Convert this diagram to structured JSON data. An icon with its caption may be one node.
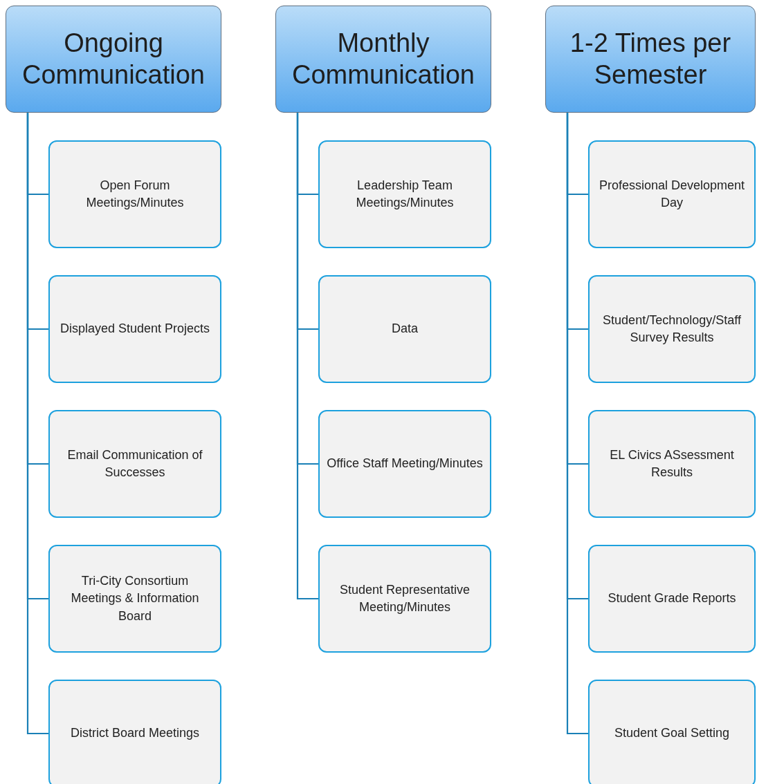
{
  "diagram": {
    "nodes": [
      {
        "text": [
          "Ongoing Communication"
        ]
      },
      {
        "text": [
          "Open Forum Meetings/Minutes"
        ]
      },
      {
        "text": [
          "Displayed Student Projects"
        ]
      },
      {
        "text": [
          "Email Communication of Successes"
        ]
      },
      {
        "text": [
          "Tri-City Consortium Meetings & Information Board"
        ]
      },
      {
        "text": [
          "District Board Meetings"
        ]
      },
      {
        "text": [
          "Monthly Communication"
        ]
      },
      {
        "text": [
          "Leadership Team Meetings/Minutes"
        ]
      },
      {
        "text": [
          "Data"
        ]
      },
      {
        "text": [
          "Office Staff Meeting/Minutes"
        ]
      },
      {
        "text": [
          "Student Representative Meeting/Minutes"
        ]
      },
      {
        "text": [
          "1-2 Times per Semester"
        ]
      },
      {
        "text": [
          "Professional Development Day"
        ]
      },
      {
        "text": [
          "Student/Technology/Staff Survey Results"
        ]
      },
      {
        "text": [
          "EL Civics ASsessment Results"
        ]
      },
      {
        "text": [
          "Student Grade Reports"
        ]
      },
      {
        "text": [
          "Student Goal Setting"
        ]
      }
    ],
    "edges": [
      {
        "from": 0,
        "to": 1,
        "arrow": "none"
      },
      {
        "from": 0,
        "to": 2,
        "arrow": "none"
      },
      {
        "from": 0,
        "to": 3,
        "arrow": "none"
      },
      {
        "from": 0,
        "to": 4,
        "arrow": "none"
      },
      {
        "from": 0,
        "to": 5,
        "arrow": "none"
      },
      {
        "from": 6,
        "to": 7,
        "arrow": "none"
      },
      {
        "from": 6,
        "to": 8,
        "arrow": "none"
      },
      {
        "from": 6,
        "to": 9,
        "arrow": "none"
      },
      {
        "from": 6,
        "to": 10,
        "arrow": "none"
      },
      {
        "from": 11,
        "to": 12,
        "arrow": "none"
      },
      {
        "from": 11,
        "to": 13,
        "arrow": "none"
      },
      {
        "from": 11,
        "to": 14,
        "arrow": "none"
      },
      {
        "from": 11,
        "to": 15,
        "arrow": "none"
      },
      {
        "from": 11,
        "to": 16,
        "arrow": "none"
      }
    ]
  }
}
